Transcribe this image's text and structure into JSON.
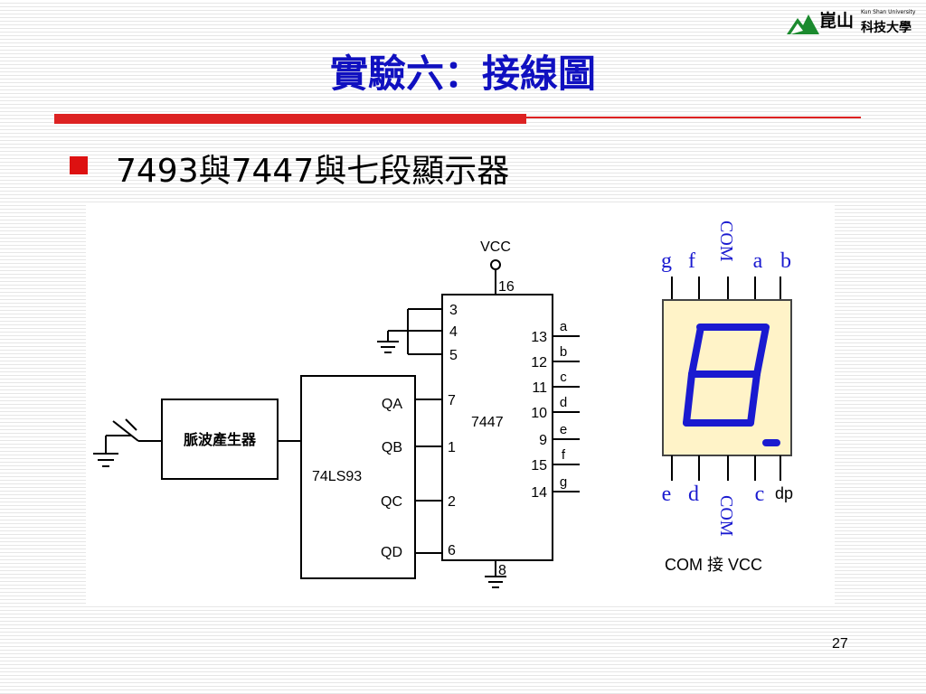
{
  "logo": {
    "cn_text": "崑山",
    "cn_text2": "科技大學",
    "en_text": "Kun Shan University"
  },
  "title": "實驗六：接線圖",
  "bullet": "7493與7447與七段顯示器",
  "diagram": {
    "vcc": "VCC",
    "vcc_pin": "16",
    "gnd_pin": "8",
    "ic7447_label": "7447",
    "ic7493_label": "74LS93",
    "pulse_label": "脈波產生器",
    "input_pins": [
      "3",
      "4",
      "5"
    ],
    "q_labels": [
      "QA",
      "QB",
      "QC",
      "QD"
    ],
    "q_pins": [
      "7",
      "1",
      "2",
      "6"
    ],
    "out_pins": [
      "13",
      "12",
      "11",
      "10",
      "9",
      "15",
      "14"
    ],
    "out_segs": [
      "a",
      "b",
      "c",
      "d",
      "e",
      "f",
      "g"
    ],
    "seg_top": [
      "g",
      "f",
      "COM",
      "a",
      "b"
    ],
    "seg_bottom": [
      "e",
      "d",
      "COM",
      "c",
      "dp"
    ],
    "com_note": "COM 接 VCC"
  },
  "page_number": "27",
  "colors": {
    "title": "#1010c0",
    "accent_red": "#dd2222",
    "segment_blue": "#1a1ad0",
    "display_bg": "#fff3c8"
  }
}
